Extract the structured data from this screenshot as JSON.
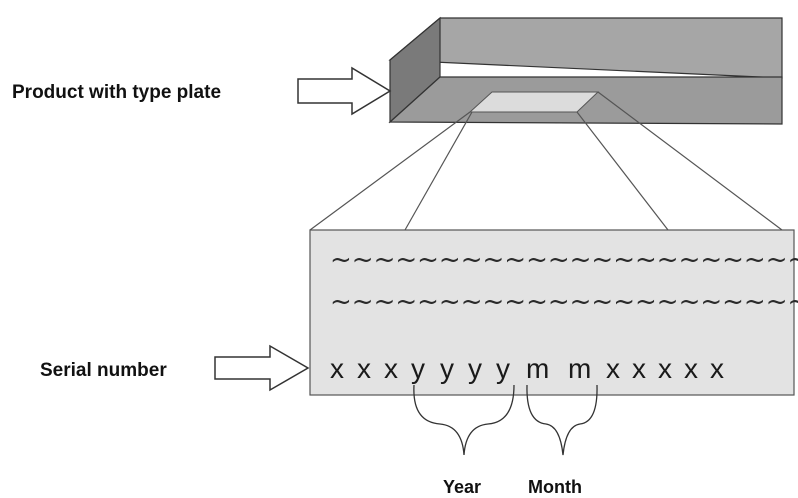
{
  "labels": {
    "product": "Product with type plate",
    "serial_number": "Serial number",
    "year": "Year",
    "month": "Month"
  },
  "plate": {
    "text_line_1": "~~~~~~~~~~~~~~~~~~~~~~",
    "text_line_2": "~~~~~~~~~~~~~~~~~~~~~~",
    "serial_chars": [
      "x",
      "x",
      "x",
      "y",
      "y",
      "y",
      "y",
      "m",
      "m",
      "x",
      "x",
      "x",
      "x",
      "x"
    ]
  }
}
